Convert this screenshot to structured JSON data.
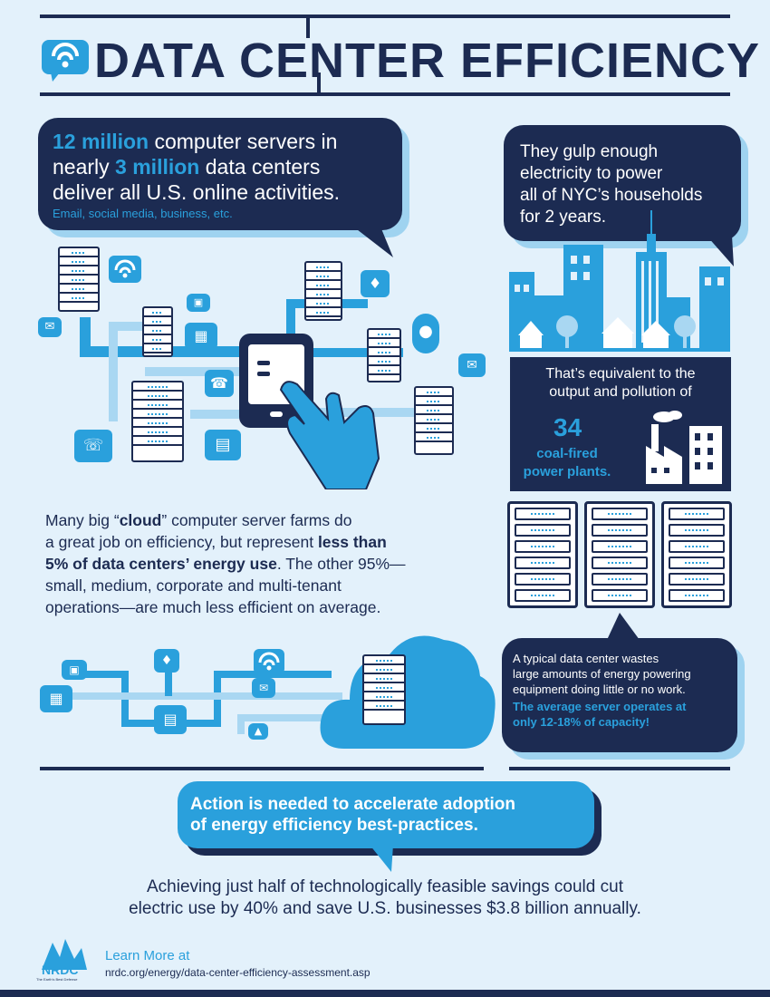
{
  "header": {
    "title": "DATA CENTER EFFICIENCY"
  },
  "intro": {
    "num1": "12 million",
    "text1": " computer servers in",
    "text2a": "nearly ",
    "num2": "3 million",
    "text2b": " data centers",
    "text3": "deliver all U.S. online activities.",
    "sub": "Email, social media, business, etc."
  },
  "nyc": {
    "line1": "They gulp enough",
    "line2": "electricity to power",
    "line3": "all of NYC’s households",
    "line4": "for 2 years."
  },
  "coal": {
    "line1": "That’s equivalent to the",
    "line2": "output and pollution of",
    "number": "34",
    "label1": "coal-fired",
    "label2": "power plants."
  },
  "cloud_text": {
    "l1a": "Many big “",
    "l1b": "cloud",
    "l1c": "” computer server farms do",
    "l2a": "a great job on efficiency, but represent ",
    "l2b": "less than",
    "l3a": "5% of data centers’ energy use",
    "l3b": ". The other 95%—",
    "l4": "small, medium, corporate and multi-tenant",
    "l5": "operations—are much less efficient on average."
  },
  "waste": {
    "line1": "A typical data center wastes",
    "line2": "large amounts of energy powering",
    "line3": "equipment doing little or no work.",
    "hl1": "The average server operates at",
    "hl2": "only 12-18% of capacity!"
  },
  "action": {
    "line1": "Action is needed to accelerate adoption",
    "line2": "of energy efficiency best-practices."
  },
  "savings": {
    "line1": "Achieving just half of technologically feasible savings could cut",
    "line2": "electric use by 40% and save U.S. businesses $3.8 billion annually."
  },
  "footer": {
    "logo": "NRDC",
    "tagline": "The Earth's Best Defense",
    "learn": "Learn More at",
    "url": "nrdc.org/energy/data-center-efficiency-assessment.asp"
  },
  "colors": {
    "navy": "#1c2b52",
    "blue": "#2aa0dc",
    "light": "#a9d7f2",
    "bg": "#e3f1fb"
  },
  "icons": [
    "wifi-icon",
    "envelope-icon",
    "calendar-icon",
    "phone-icon",
    "chat-icon",
    "location-pin-icon",
    "bird-icon",
    "id-card-icon",
    "cloud-icon",
    "factory-icon",
    "city-skyline",
    "hand-tablet"
  ]
}
